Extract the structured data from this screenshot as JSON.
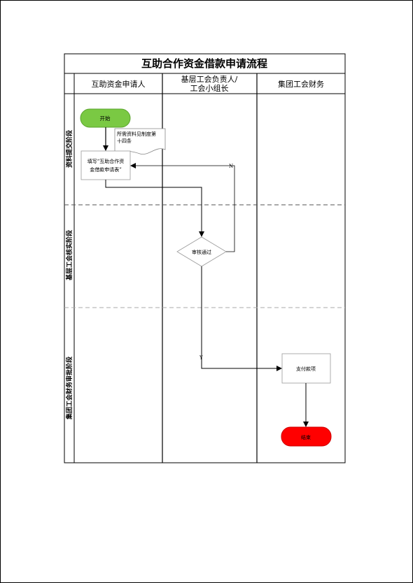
{
  "diagram": {
    "title": "互助合作资金借款申请流程",
    "lanes": [
      {
        "line1": "互助资金申请人",
        "line2": ""
      },
      {
        "line1": "基层工会负责人/",
        "line2": "工会小组长"
      },
      {
        "line1": "集团工会财务",
        "line2": ""
      }
    ],
    "stages": [
      "资料提交阶段",
      "基层工会核实阶段",
      "集团工会财务审批阶段"
    ],
    "nodes": {
      "start": "开始",
      "note_line1": "所需资料见制度第",
      "note_line2": "十四条",
      "fill_line1": "填写“互助合作资",
      "fill_line2": "金借款申请表”",
      "review": "审核通过",
      "pay": "支付款项",
      "end": "结束"
    },
    "edge_labels": {
      "no": "N",
      "yes": "Y"
    },
    "colors": {
      "start": "#7ac943",
      "end": "#ff0000",
      "line": "#000000",
      "dash": "#999999"
    }
  }
}
